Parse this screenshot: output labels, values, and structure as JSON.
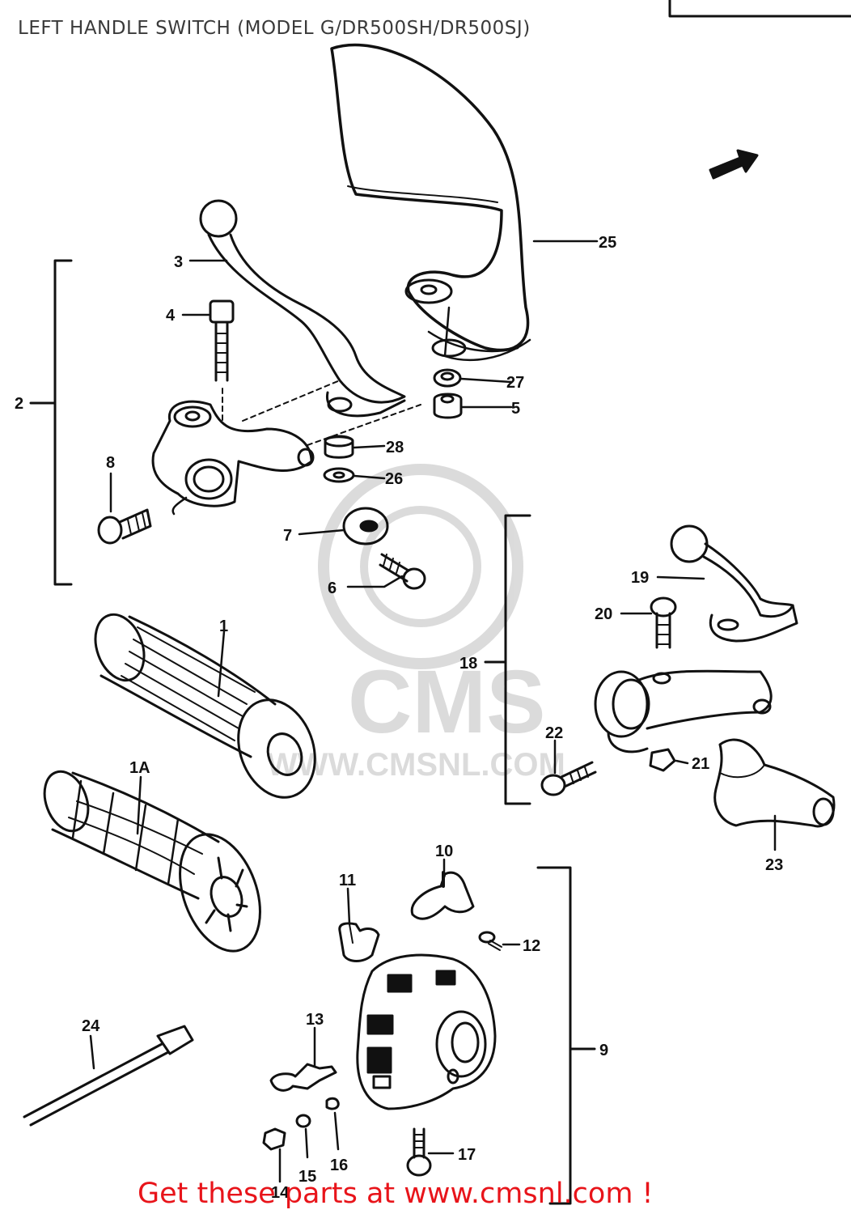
{
  "title": "LEFT HANDLE SWITCH (MODEL G/DR500SH/DR500SJ)",
  "footer": "Get these parts at www.cmsnl.com !",
  "watermark": {
    "brand": "CMS",
    "url": "WWW.CMSNL.COM"
  },
  "callouts": {
    "c1": "1",
    "c1a": "1A",
    "c2": "2",
    "c3": "3",
    "c4": "4",
    "c5": "5",
    "c6": "6",
    "c7": "7",
    "c8": "8",
    "c9": "9",
    "c10": "10",
    "c11": "11",
    "c12": "12",
    "c13": "13",
    "c14": "14",
    "c15": "15",
    "c16": "16",
    "c17": "17",
    "c18": "18",
    "c19": "19",
    "c20": "20",
    "c21": "21",
    "c22": "22",
    "c23": "23",
    "c24": "24",
    "c25": "25",
    "c26": "26",
    "c27": "27",
    "c28": "28"
  },
  "colors": {
    "ink": "#111111",
    "footer": "#e8141a",
    "watermark": "#d8d8d8"
  }
}
